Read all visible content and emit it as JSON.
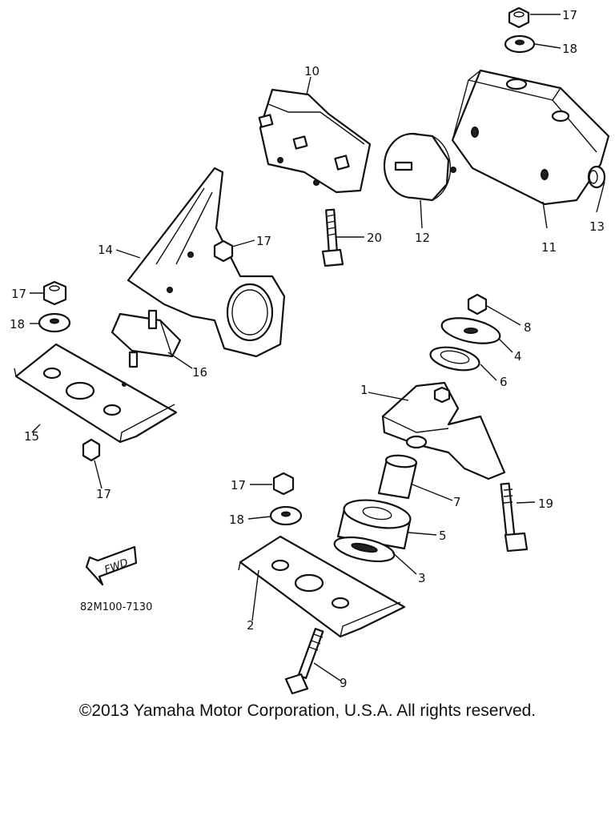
{
  "diagram_code": "82M100-7130",
  "fwd_label": "FWD",
  "copyright": "©2013 Yamaha Motor Corporation, U.S.A. All rights reserved.",
  "callouts": {
    "c1": "1",
    "c2": "2",
    "c3": "3",
    "c4": "4",
    "c5": "5",
    "c6": "6",
    "c7": "7",
    "c8": "8",
    "c9": "9",
    "c10": "10",
    "c11": "11",
    "c12": "12",
    "c13": "13",
    "c14": "14",
    "c15": "15",
    "c16": "16",
    "c17a": "17",
    "c17b": "17",
    "c17c": "17",
    "c17d": "17",
    "c17e": "17",
    "c18a": "18",
    "c18b": "18",
    "c18c": "18",
    "c19": "19",
    "c20": "20"
  }
}
